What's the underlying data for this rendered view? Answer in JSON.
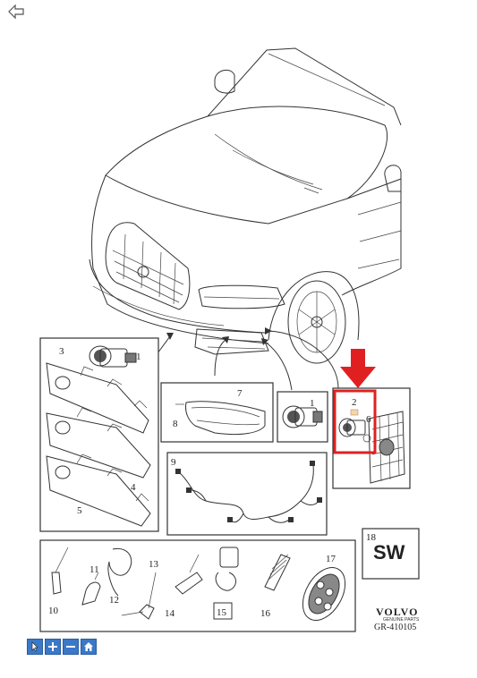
{
  "callouts": {
    "c1a": "1",
    "c1b": "1",
    "c2": "2",
    "c3": "3",
    "c4": "4",
    "c5": "5",
    "c6": "6",
    "c7": "7",
    "c8": "8",
    "c9": "9",
    "c10": "10",
    "c11": "11",
    "c12": "12",
    "c13": "13",
    "c14": "14",
    "c15": "15",
    "c16": "16",
    "c17": "17",
    "c18": "18"
  },
  "sw_label": "SW",
  "brand": {
    "name": "VOLVO",
    "sub": "GENUINE PARTS"
  },
  "diagram_code": "GR-410105",
  "highlight_color": "#e02020",
  "icons": [
    "back-arrow-icon",
    "pointer-icon",
    "zoom-in-icon",
    "zoom-out-icon",
    "home-icon"
  ]
}
